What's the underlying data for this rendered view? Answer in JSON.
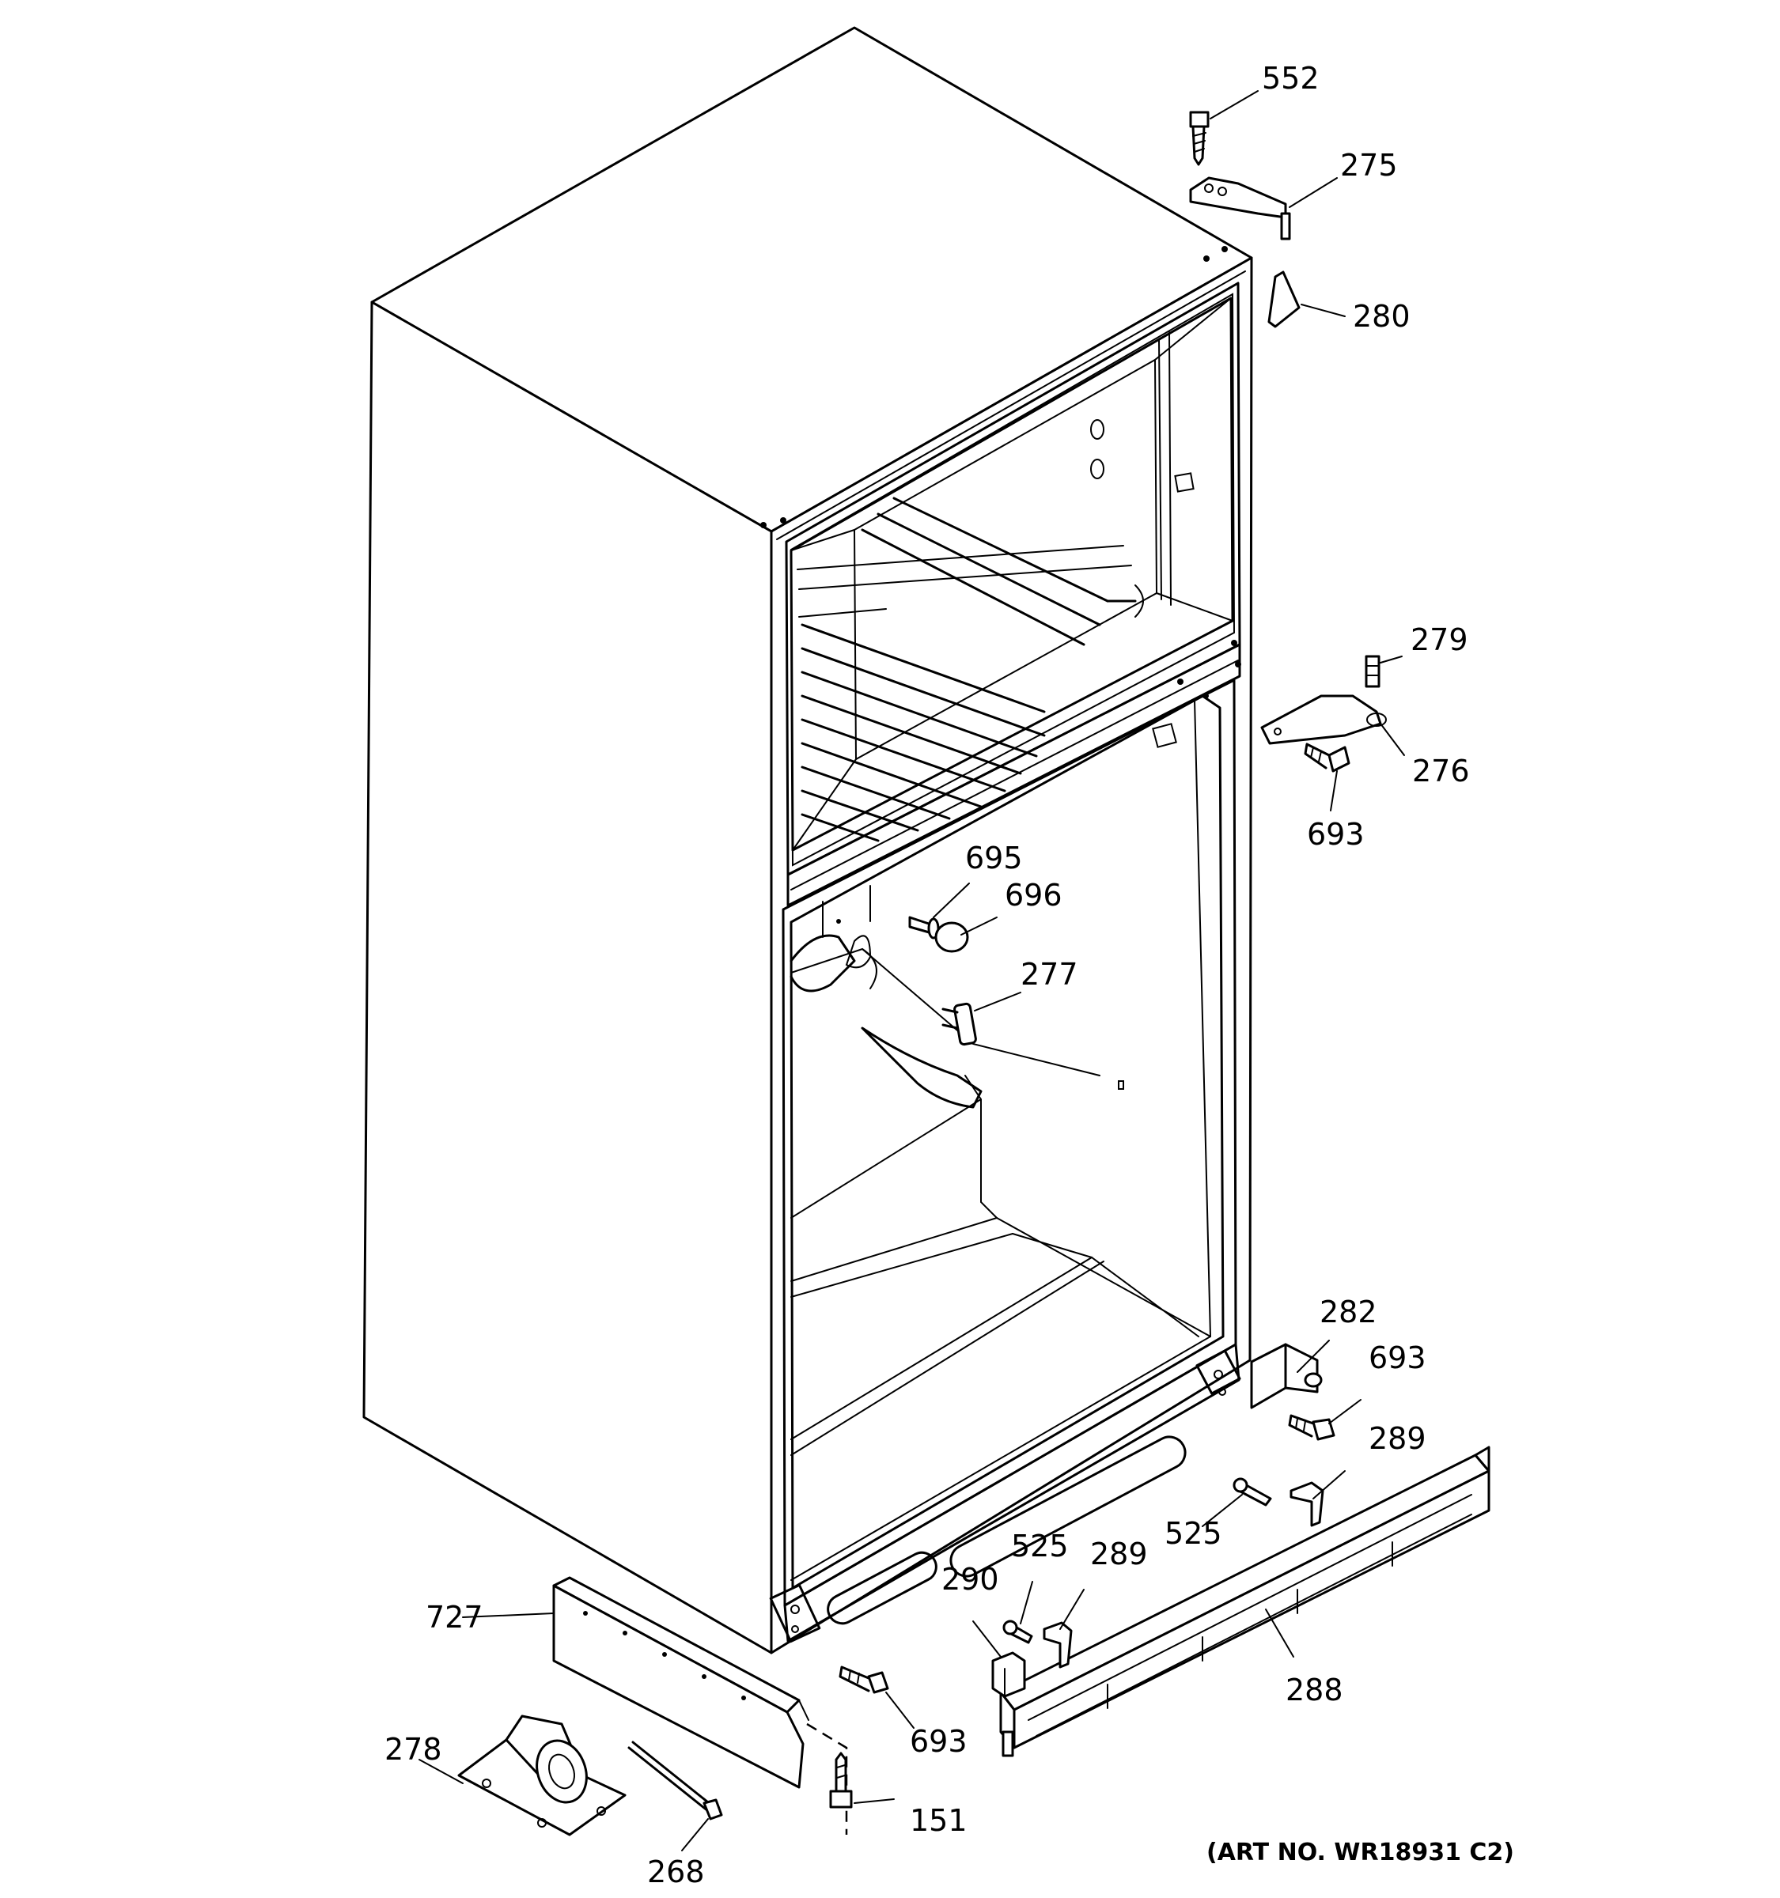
{
  "callouts": {
    "c552": "552",
    "c275": "275",
    "c280": "280",
    "c279": "279",
    "c276": "276",
    "c693a": "693",
    "c695": "695",
    "c696": "696",
    "c277": "277",
    "c282": "282",
    "c693b": "693",
    "c289a": "289",
    "c525a": "525",
    "c525b": "525",
    "c289b": "289",
    "c290": "290",
    "c288": "288",
    "c727": "727",
    "c693c": "693",
    "c278": "278",
    "c268": "268",
    "c151": "151"
  },
  "art_number": "(ART NO. WR18931 C2)"
}
